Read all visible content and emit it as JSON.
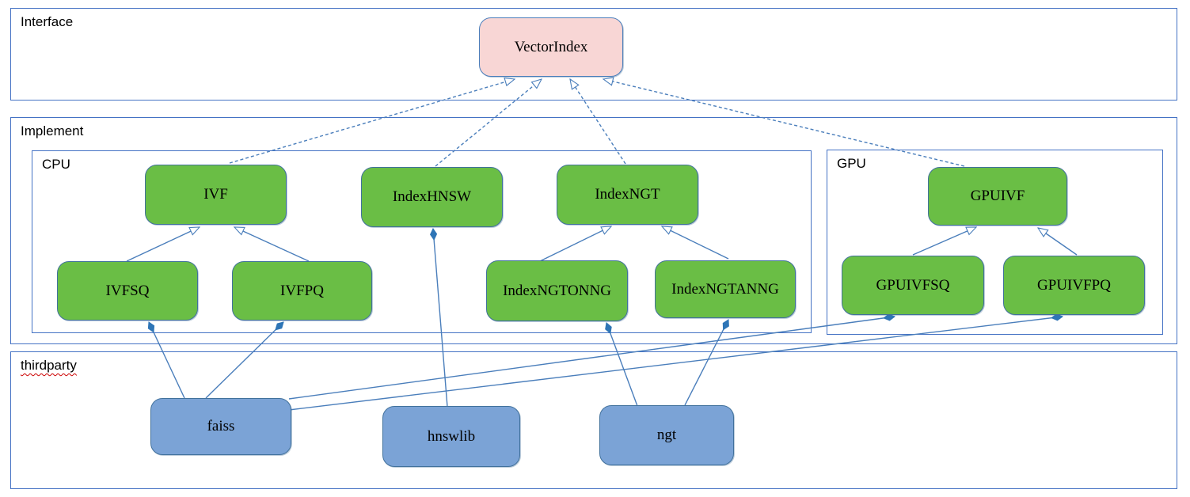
{
  "diagram": {
    "groups": {
      "interface": {
        "label": "Interface"
      },
      "implement": {
        "label": "Implement"
      },
      "cpu": {
        "label": "CPU"
      },
      "gpu": {
        "label": "GPU"
      },
      "thirdparty": {
        "label": "thirdparty"
      }
    },
    "nodes": {
      "vectorindex": {
        "label": "VectorIndex",
        "kind": "interface"
      },
      "ivf": {
        "label": "IVF",
        "kind": "cpu-implementation"
      },
      "indexhnsw": {
        "label": "IndexHNSW",
        "kind": "cpu-implementation"
      },
      "indexngt": {
        "label": "IndexNGT",
        "kind": "cpu-implementation"
      },
      "gpuivf": {
        "label": "GPUIVF",
        "kind": "gpu-implementation"
      },
      "ivfsq": {
        "label": "IVFSQ",
        "kind": "cpu-implementation"
      },
      "ivfpq": {
        "label": "IVFPQ",
        "kind": "cpu-implementation"
      },
      "indexngtonng": {
        "label": "IndexNGTONNG",
        "kind": "cpu-implementation"
      },
      "indexngtanng": {
        "label": "IndexNGTANNG",
        "kind": "cpu-implementation"
      },
      "gpuivfsq": {
        "label": "GPUIVFSQ",
        "kind": "gpu-implementation"
      },
      "gpuivfpq": {
        "label": "GPUIVFPQ",
        "kind": "gpu-implementation"
      },
      "faiss": {
        "label": "faiss",
        "kind": "thirdparty-library"
      },
      "hnswlib": {
        "label": "hnswlib",
        "kind": "thirdparty-library"
      },
      "ngt": {
        "label": "ngt",
        "kind": "thirdparty-library"
      }
    },
    "edges": [
      {
        "from": "IVF",
        "to": "VectorIndex",
        "type": "realization"
      },
      {
        "from": "IndexHNSW",
        "to": "VectorIndex",
        "type": "realization"
      },
      {
        "from": "IndexNGT",
        "to": "VectorIndex",
        "type": "realization"
      },
      {
        "from": "GPUIVF",
        "to": "VectorIndex",
        "type": "realization"
      },
      {
        "from": "IVFSQ",
        "to": "IVF",
        "type": "generalization"
      },
      {
        "from": "IVFPQ",
        "to": "IVF",
        "type": "generalization"
      },
      {
        "from": "IndexNGTONNG",
        "to": "IndexNGT",
        "type": "generalization"
      },
      {
        "from": "IndexNGTANNG",
        "to": "IndexNGT",
        "type": "generalization"
      },
      {
        "from": "GPUIVFSQ",
        "to": "GPUIVF",
        "type": "generalization"
      },
      {
        "from": "GPUIVFPQ",
        "to": "GPUIVF",
        "type": "generalization"
      },
      {
        "from": "faiss",
        "to": "IVFSQ",
        "type": "composition"
      },
      {
        "from": "faiss",
        "to": "IVFPQ",
        "type": "composition"
      },
      {
        "from": "faiss",
        "to": "GPUIVFSQ",
        "type": "composition"
      },
      {
        "from": "faiss",
        "to": "GPUIVFPQ",
        "type": "composition"
      },
      {
        "from": "hnswlib",
        "to": "IndexHNSW",
        "type": "composition"
      },
      {
        "from": "ngt",
        "to": "IndexNGTONNG",
        "type": "composition"
      },
      {
        "from": "ngt",
        "to": "IndexNGTANNG",
        "type": "composition"
      }
    ],
    "colors": {
      "interface_fill": "#f8d6d5",
      "implementation_fill": "#6abe45",
      "thirdparty_fill": "#7ba3d6",
      "node_border": "#41719c",
      "connector": "#4a7ebb",
      "container_border": "#4472c4",
      "spellcheck_underline": "#cc0000"
    }
  }
}
